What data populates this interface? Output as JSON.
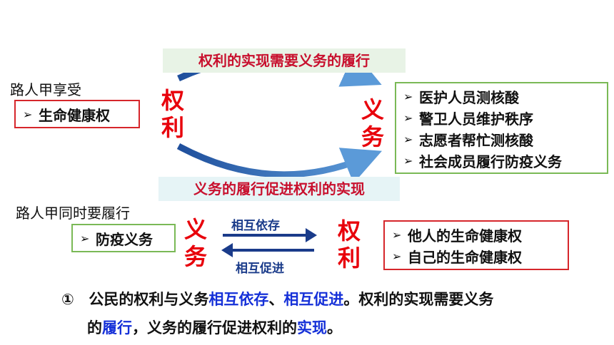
{
  "top_banner": "权利的实现需要义务的履行",
  "middle_banner": "义务的履行促进权利的实现",
  "left_top": {
    "label": "路人甲享受",
    "items": [
      "生命健康权"
    ]
  },
  "left_bottom": {
    "label": "路人甲同时要履行",
    "items": [
      "防疫义务"
    ]
  },
  "cycle_left_word": [
    "权",
    "利"
  ],
  "cycle_right_word": [
    "义",
    "务"
  ],
  "right_top_box": {
    "items": [
      "医护人员测核酸",
      "警卫人员维护秩序",
      "志愿者帮忙测核酸",
      "社会成员履行防疫义务"
    ]
  },
  "bottom_left_word": [
    "义",
    "务"
  ],
  "bottom_right_word": [
    "权",
    "利"
  ],
  "arrow_right_label": "相互依存",
  "arrow_left_label": "相互促进",
  "right_bottom_box": {
    "items": [
      "他人的生命健康权",
      "自己的生命健康权"
    ]
  },
  "summary": {
    "marker": "①",
    "line1": [
      {
        "text": "公民的权利与义务",
        "style": "normal"
      },
      {
        "text": "相互依存",
        "style": "blue"
      },
      {
        "text": "、",
        "style": "normal"
      },
      {
        "text": "相互促进",
        "style": "blue"
      },
      {
        "text": "。权利的实现需要义务",
        "style": "normal"
      }
    ],
    "line2": [
      {
        "text": "的",
        "style": "normal"
      },
      {
        "text": "履行",
        "style": "blue"
      },
      {
        "text": "，义务的履行促进权利的",
        "style": "normal"
      },
      {
        "text": "实现",
        "style": "blue"
      },
      {
        "text": "。",
        "style": "normal"
      }
    ]
  },
  "colors": {
    "accent_red": "#e8000b",
    "arrow_blue": "#1f5bb5",
    "summary_blue": "#1530d8"
  }
}
